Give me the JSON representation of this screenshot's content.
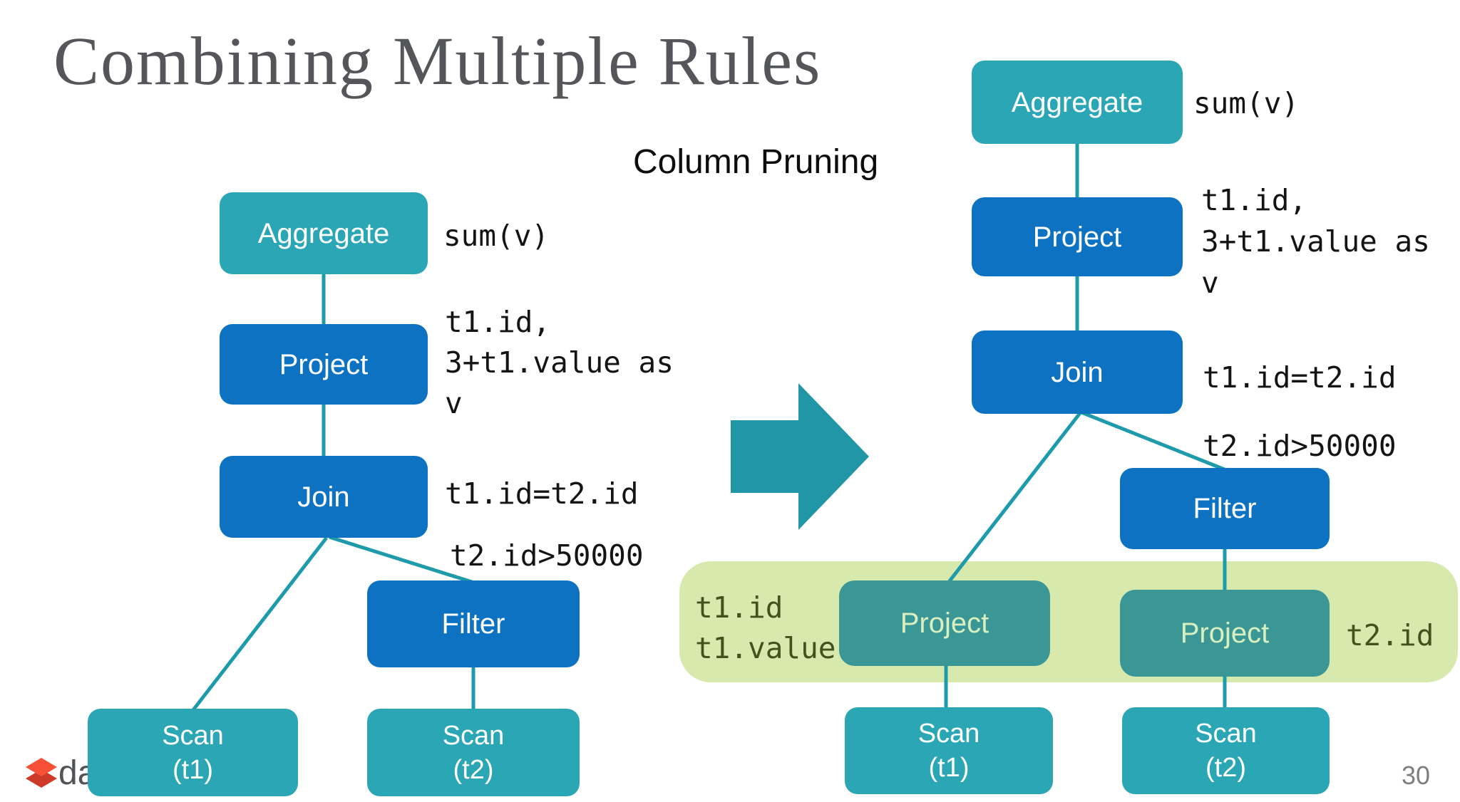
{
  "slide": {
    "title": "Combining Multiple Rules",
    "subtitle": "Column Pruning",
    "page_number": "30",
    "brand_text": "da"
  },
  "colors": {
    "node_teal": "#2BA6B5",
    "node_blue": "#0D72C2",
    "node_dark_teal": "#3A9796",
    "band_green": "#D8E9AE",
    "line_teal": "#1D9BAA",
    "arrow_teal": "#2096A6"
  },
  "left_tree": {
    "aggregate": {
      "label": "Aggregate",
      "annotation": "sum(v)"
    },
    "project": {
      "label": "Project",
      "annotation": "t1.id,\n3+t1.value as\nv"
    },
    "join": {
      "label": "Join",
      "annotation": "t1.id=t2.id"
    },
    "filter": {
      "label": "Filter",
      "annotation": "t2.id>50000"
    },
    "scan_t1": {
      "label": "Scan\n(t1)"
    },
    "scan_t2": {
      "label": "Scan\n(t2)"
    }
  },
  "right_tree": {
    "aggregate": {
      "label": "Aggregate",
      "annotation": "sum(v)"
    },
    "project": {
      "label": "Project",
      "annotation": "t1.id,\n3+t1.value as\nv"
    },
    "join": {
      "label": "Join",
      "annotation": "t1.id=t2.id"
    },
    "filter": {
      "label": "Filter",
      "annotation": "t2.id>50000"
    },
    "pruned_project_t1": {
      "label": "Project",
      "annotation": "t1.id\nt1.value"
    },
    "pruned_project_t2": {
      "label": "Project",
      "annotation": "t2.id"
    },
    "scan_t1": {
      "label": "Scan\n(t1)"
    },
    "scan_t2": {
      "label": "Scan\n(t2)"
    }
  }
}
